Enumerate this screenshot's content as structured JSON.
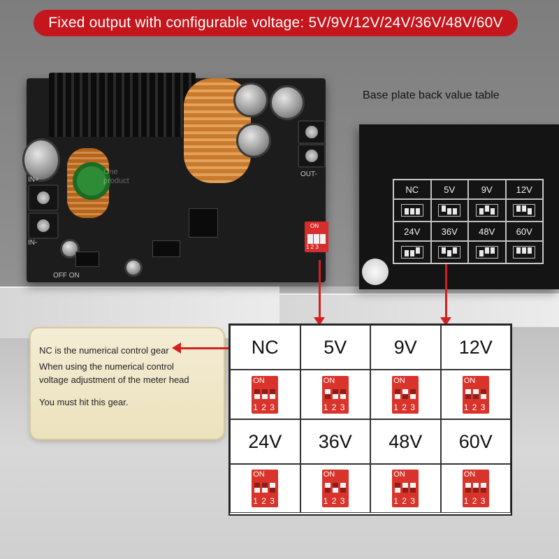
{
  "banner": {
    "text": "Fixed output with configurable voltage: 5V/9V/12V/24V/36V/48V/60V"
  },
  "board": {
    "silk_in_plus": "IN+",
    "silk_in_minus": "IN-",
    "silk_out_minus": "OUT-",
    "silk_off_on": "OFF  ON",
    "watermark": "One\nproduct",
    "dip_on": "ON",
    "dip_nums": "1 2 3"
  },
  "back_plate": {
    "caption": "Base plate back value table",
    "table": [
      {
        "label": "NC",
        "on": [
          false,
          false,
          false
        ]
      },
      {
        "label": "5V",
        "on": [
          true,
          false,
          false
        ]
      },
      {
        "label": "9V",
        "on": [
          false,
          true,
          false
        ]
      },
      {
        "label": "12V",
        "on": [
          true,
          true,
          false
        ]
      },
      {
        "label": "24V",
        "on": [
          false,
          false,
          true
        ]
      },
      {
        "label": "36V",
        "on": [
          true,
          false,
          true
        ]
      },
      {
        "label": "48V",
        "on": [
          false,
          true,
          true
        ]
      },
      {
        "label": "60V",
        "on": [
          true,
          true,
          true
        ]
      }
    ]
  },
  "note": {
    "line1": "NC is the numerical control gear",
    "line2": "When using the numerical control",
    "line3": "voltage adjustment of the meter head",
    "line4": "You must hit this gear."
  },
  "value_table": {
    "dip_on_label": "ON",
    "dip_numbers": "1 2 3",
    "rows": [
      [
        {
          "label": "NC",
          "switches": [
            "down",
            "down",
            "down"
          ]
        },
        {
          "label": "5V",
          "switches": [
            "up",
            "down",
            "down"
          ]
        },
        {
          "label": "9V",
          "switches": [
            "down",
            "up",
            "down"
          ]
        },
        {
          "label": "12V",
          "switches": [
            "up",
            "up",
            "down"
          ]
        }
      ],
      [
        {
          "label": "24V",
          "switches": [
            "down",
            "down",
            "up"
          ]
        },
        {
          "label": "36V",
          "switches": [
            "up",
            "down",
            "up"
          ]
        },
        {
          "label": "48V",
          "switches": [
            "down",
            "up",
            "up"
          ]
        },
        {
          "label": "60V",
          "switches": [
            "up",
            "up",
            "up"
          ]
        }
      ]
    ]
  },
  "colors": {
    "accent_red": "#c4161c",
    "dip_red": "#d9342b",
    "note_bg": "#f4ecd5"
  }
}
